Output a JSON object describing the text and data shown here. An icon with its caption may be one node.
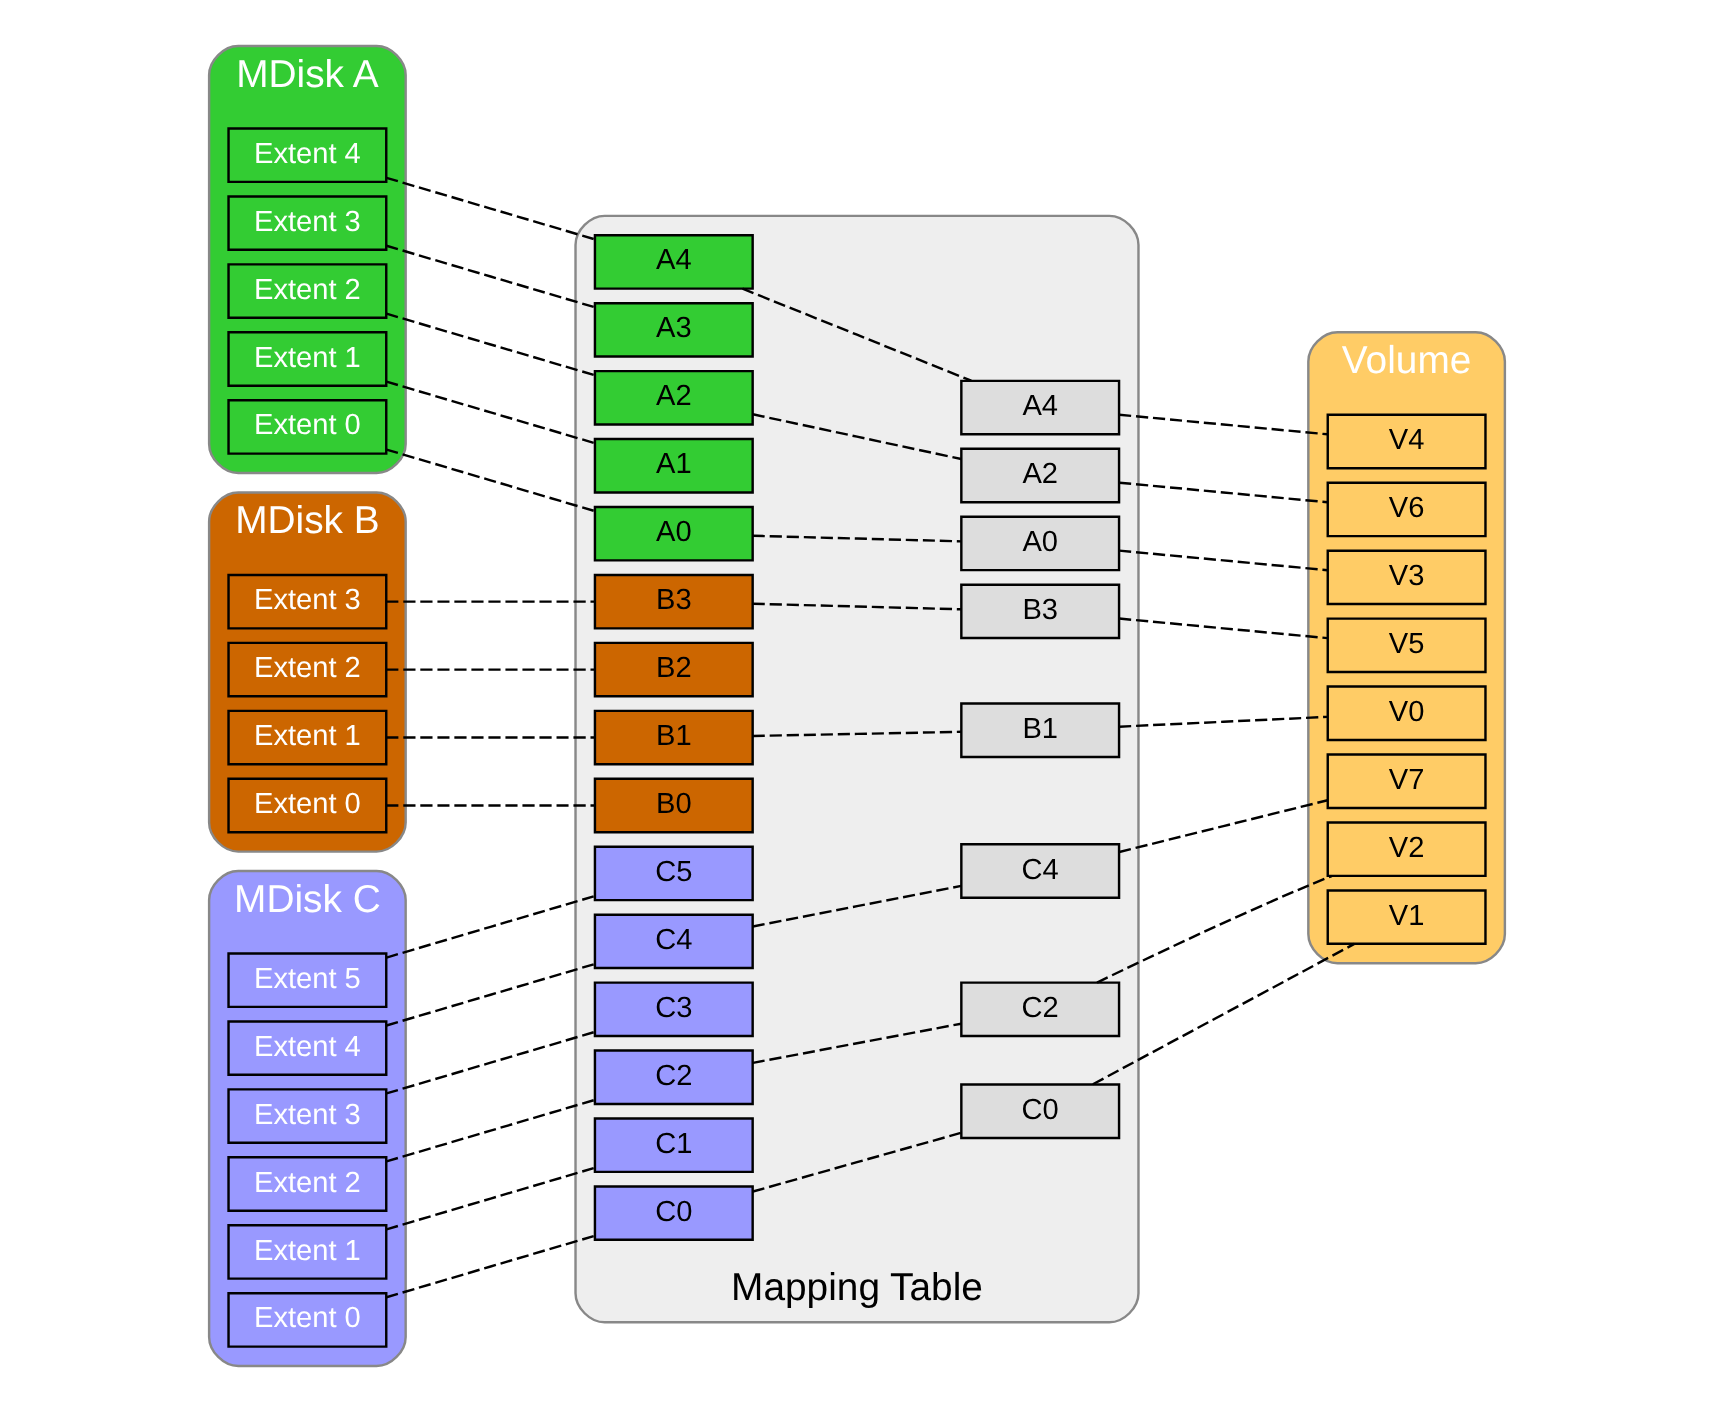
{
  "diagram": {
    "nodes": [
      {
        "text": [
          "MDisk A"
        ]
      },
      {
        "text": [
          "Extent 4"
        ],
        "in": 0
      },
      {
        "text": [
          "Extent 3"
        ],
        "in": 0
      },
      {
        "text": [
          "Extent 2"
        ],
        "in": 0
      },
      {
        "text": [
          "Extent 1"
        ],
        "in": 0
      },
      {
        "text": [
          "Extent 0"
        ],
        "in": 0
      },
      {
        "text": [
          "MDisk B"
        ]
      },
      {
        "text": [
          "Extent 3"
        ],
        "in": 6
      },
      {
        "text": [
          "Extent 2"
        ],
        "in": 6
      },
      {
        "text": [
          "Extent 1"
        ],
        "in": 6
      },
      {
        "text": [
          "Extent 0"
        ],
        "in": 6
      },
      {
        "text": [
          "MDisk C"
        ]
      },
      {
        "text": [
          "Extent 5"
        ],
        "in": 11
      },
      {
        "text": [
          "Extent 4"
        ],
        "in": 11
      },
      {
        "text": [
          "Extent 3"
        ],
        "in": 11
      },
      {
        "text": [
          "Extent 2"
        ],
        "in": 11
      },
      {
        "text": [
          "Extent 1"
        ],
        "in": 11
      },
      {
        "text": [
          "Extent 0"
        ],
        "in": 11
      },
      {
        "text": [
          "Mapping Table"
        ]
      },
      {
        "text": [
          "A4"
        ],
        "in": 18
      },
      {
        "text": [
          "A3"
        ],
        "in": 18
      },
      {
        "text": [
          "A2"
        ],
        "in": 18
      },
      {
        "text": [
          "A1"
        ],
        "in": 18
      },
      {
        "text": [
          "A0"
        ],
        "in": 18
      },
      {
        "text": [
          "B3"
        ],
        "in": 18
      },
      {
        "text": [
          "B2"
        ],
        "in": 18
      },
      {
        "text": [
          "B1"
        ],
        "in": 18
      },
      {
        "text": [
          "B0"
        ],
        "in": 18
      },
      {
        "text": [
          "C5"
        ],
        "in": 18
      },
      {
        "text": [
          "C4"
        ],
        "in": 18
      },
      {
        "text": [
          "C3"
        ],
        "in": 18
      },
      {
        "text": [
          "C2"
        ],
        "in": 18
      },
      {
        "text": [
          "C1"
        ],
        "in": 18
      },
      {
        "text": [
          "C0"
        ],
        "in": 18
      },
      {
        "text": [
          "C4"
        ],
        "in": 18
      },
      {
        "text": [
          "A2"
        ],
        "in": 18
      },
      {
        "text": [
          "B3"
        ],
        "in": 18
      },
      {
        "text": [
          "A4"
        ],
        "in": 18
      },
      {
        "text": [
          "A0"
        ],
        "in": 18
      },
      {
        "text": [
          "C2"
        ],
        "in": 18
      },
      {
        "text": [
          "C0"
        ],
        "in": 18
      },
      {
        "text": [
          "B1"
        ],
        "in": 18
      },
      {
        "text": [
          "Volume"
        ]
      },
      {
        "text": [
          "V7"
        ],
        "in": 42
      },
      {
        "text": [
          "V6"
        ],
        "in": 42
      },
      {
        "text": [
          "V5"
        ],
        "in": 42
      },
      {
        "text": [
          "V4"
        ],
        "in": 42
      },
      {
        "text": [
          "V3"
        ],
        "in": 42
      },
      {
        "text": [
          "V2"
        ],
        "in": 42
      },
      {
        "text": [
          "V1"
        ],
        "in": 42
      },
      {
        "text": [
          "V0"
        ],
        "in": 42
      }
    ],
    "edges": [
      {
        "from": 1,
        "to": 19,
        "arrow": "none",
        "style": "dashed"
      },
      {
        "from": 2,
        "to": 20,
        "arrow": "none",
        "style": "dashed"
      },
      {
        "from": 3,
        "to": 21,
        "arrow": "none",
        "style": "dashed"
      },
      {
        "from": 4,
        "to": 22,
        "arrow": "none",
        "style": "dashed"
      },
      {
        "from": 5,
        "to": 23,
        "arrow": "none",
        "style": "dashed"
      },
      {
        "from": 7,
        "to": 24,
        "arrow": "none",
        "style": "dashed"
      },
      {
        "from": 8,
        "to": 25,
        "arrow": "none",
        "style": "dashed"
      },
      {
        "from": 9,
        "to": 26,
        "arrow": "none",
        "style": "dashed"
      },
      {
        "from": 10,
        "to": 27,
        "arrow": "none",
        "style": "dashed"
      },
      {
        "from": 12,
        "to": 28,
        "arrow": "none",
        "style": "dashed"
      },
      {
        "from": 13,
        "to": 29,
        "arrow": "none",
        "style": "dashed"
      },
      {
        "from": 14,
        "to": 30,
        "arrow": "none",
        "style": "dashed"
      },
      {
        "from": 15,
        "to": 31,
        "arrow": "none",
        "style": "dashed"
      },
      {
        "from": 16,
        "to": 32,
        "arrow": "none",
        "style": "dashed"
      },
      {
        "from": 17,
        "to": 33,
        "arrow": "none",
        "style": "dashed"
      },
      {
        "from": 19,
        "to": 37,
        "arrow": "none",
        "style": "dashed"
      },
      {
        "from": 21,
        "to": 35,
        "arrow": "none",
        "style": "dashed"
      },
      {
        "from": 23,
        "to": 38,
        "arrow": "none",
        "style": "dashed"
      },
      {
        "from": 24,
        "to": 36,
        "arrow": "none",
        "style": "dashed"
      },
      {
        "from": 26,
        "to": 41,
        "arrow": "none",
        "style": "dashed"
      },
      {
        "from": 29,
        "to": 34,
        "arrow": "none",
        "style": "dashed"
      },
      {
        "from": 31,
        "to": 39,
        "arrow": "none",
        "style": "dashed"
      },
      {
        "from": 33,
        "to": 40,
        "arrow": "none",
        "style": "dashed"
      },
      {
        "from": 34,
        "to": 43,
        "arrow": "none",
        "style": "dashed"
      },
      {
        "from": 35,
        "to": 44,
        "arrow": "none",
        "style": "dashed"
      },
      {
        "from": 36,
        "to": 45,
        "arrow": "none",
        "style": "dashed"
      },
      {
        "from": 37,
        "to": 46,
        "arrow": "none",
        "style": "dashed"
      },
      {
        "from": 38,
        "to": 47,
        "arrow": "none",
        "style": "dashed"
      },
      {
        "from": 39,
        "to": 48,
        "arrow": "none",
        "style": "dashed"
      },
      {
        "from": 40,
        "to": 49,
        "arrow": "none",
        "style": "dashed"
      },
      {
        "from": 41,
        "to": 50,
        "arrow": "none",
        "style": "dashed"
      }
    ]
  }
}
